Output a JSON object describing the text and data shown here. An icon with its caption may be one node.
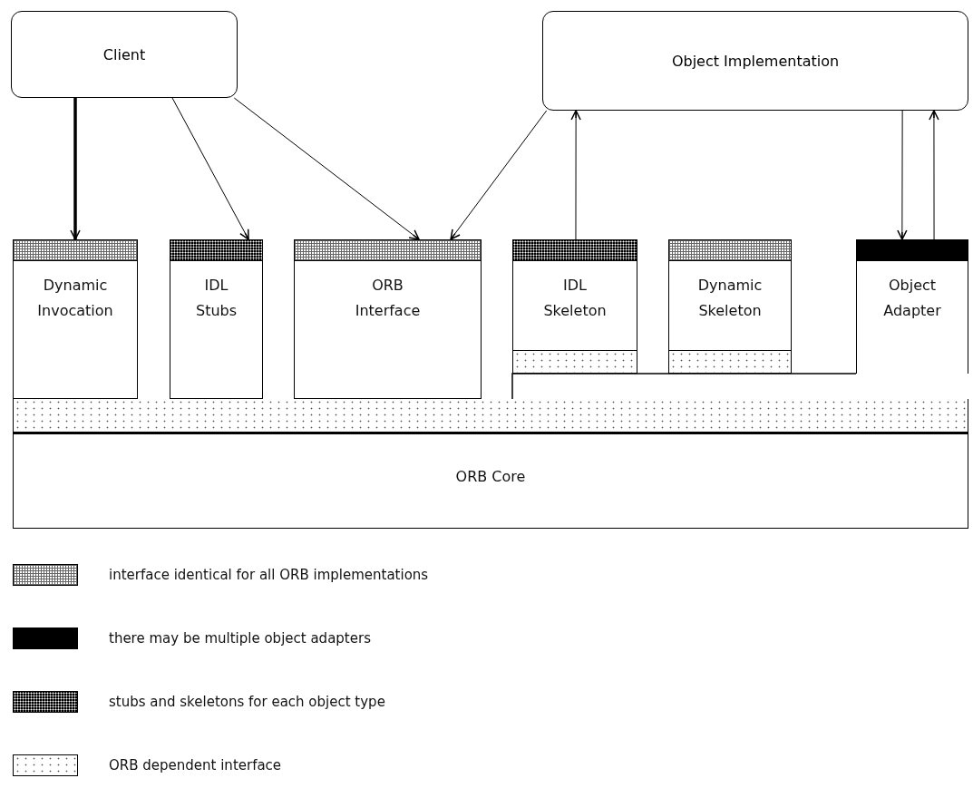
{
  "diagram": {
    "nodes": [
      {
        "text": [
          "Client"
        ]
      },
      {
        "text": [
          "Object Implementation"
        ]
      },
      {
        "text": [
          "Dynamic Invocation"
        ]
      },
      {
        "text": [
          "IDL Stubs"
        ]
      },
      {
        "text": [
          "ORB Interface"
        ]
      },
      {
        "text": [
          "IDL Skeleton"
        ]
      },
      {
        "text": [
          "Dynamic Skeleton"
        ]
      },
      {
        "text": [
          "Object Adapter"
        ]
      },
      {
        "text": [
          "ORB Core"
        ]
      },
      {
        "text": [],
        "shape": "bar",
        "in": 2
      },
      {
        "text": [],
        "shape": "bar",
        "in": 3
      },
      {
        "text": [],
        "shape": "bar",
        "in": 4
      },
      {
        "text": [],
        "shape": "bar",
        "in": 5
      },
      {
        "text": [],
        "shape": "bar",
        "in": 5
      },
      {
        "text": [],
        "shape": "bar",
        "in": 6
      },
      {
        "text": [],
        "shape": "bar",
        "in": 6
      },
      {
        "text": [],
        "shape": "bar",
        "in": 7
      },
      {
        "text": [],
        "shape": "bar",
        "in": 8
      }
    ],
    "edges": [
      {
        "from": 0,
        "to": 2,
        "arrow": "to",
        "style": "thick"
      },
      {
        "from": 0,
        "to": 3,
        "arrow": "to"
      },
      {
        "from": 0,
        "to": 4,
        "arrow": "to"
      },
      {
        "from": 1,
        "to": 4,
        "arrow": "to"
      },
      {
        "from": 5,
        "to": 1,
        "arrow": "to"
      },
      {
        "from": 1,
        "to": 7,
        "arrow": "to"
      },
      {
        "from": 7,
        "to": 1,
        "arrow": "to"
      }
    ],
    "legend": [
      {
        "text": "interface identical for all ORB implementations"
      },
      {
        "text": "there may be multiple object adapters"
      },
      {
        "text": "stubs and skeletons for each object type"
      },
      {
        "text": "ORB dependent interface"
      }
    ]
  }
}
